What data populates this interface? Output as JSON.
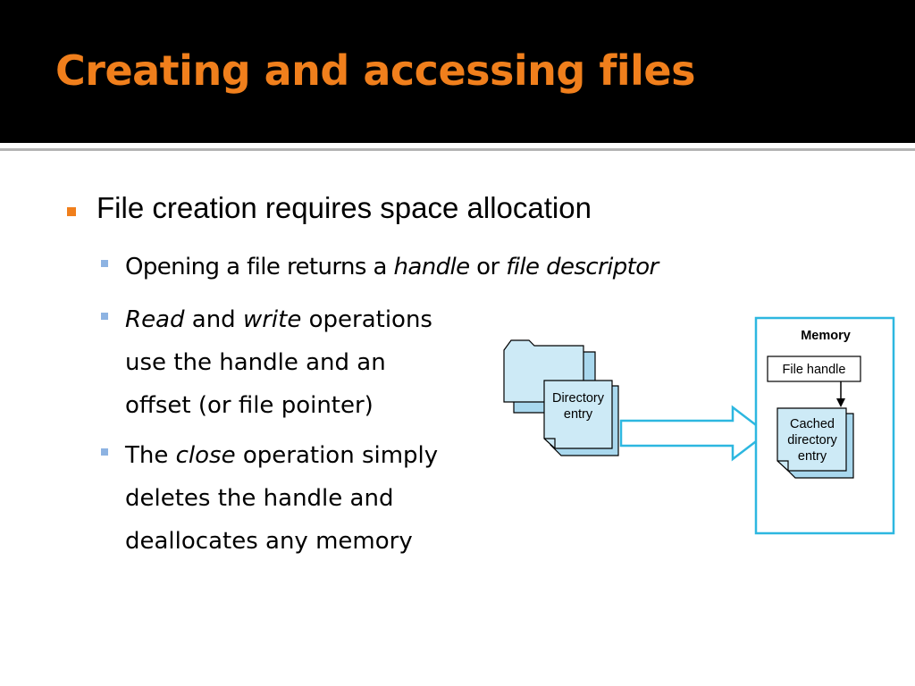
{
  "slide": {
    "title": "Creating and accessing files",
    "bullet1": "File creation requires space allocation",
    "sub1": {
      "pre": "Opening a file returns a ",
      "em1": "handle",
      "mid": " or ",
      "em2": "file descriptor"
    },
    "sub2": {
      "em1": "Read",
      "a": " and ",
      "em2": "write",
      "b": " operations",
      "line2": "use the handle and an",
      "line3": "offset (or file pointer)"
    },
    "sub3": {
      "pre": "The ",
      "em": "close",
      "post": " operation simply",
      "line2": "deletes the handle and",
      "line3": "deallocates any memory"
    }
  },
  "diagram": {
    "doc_label": [
      "Directory",
      "entry"
    ],
    "memory_label": "Memory",
    "handle_label": "File handle",
    "cached_label": [
      "Cached",
      "directory",
      "entry"
    ]
  },
  "colors": {
    "title": "#f07f1c",
    "bullet_main": "#f07f1c",
    "bullet_sub": "#8db3e2",
    "diagram_accent": "#2db7e0"
  }
}
